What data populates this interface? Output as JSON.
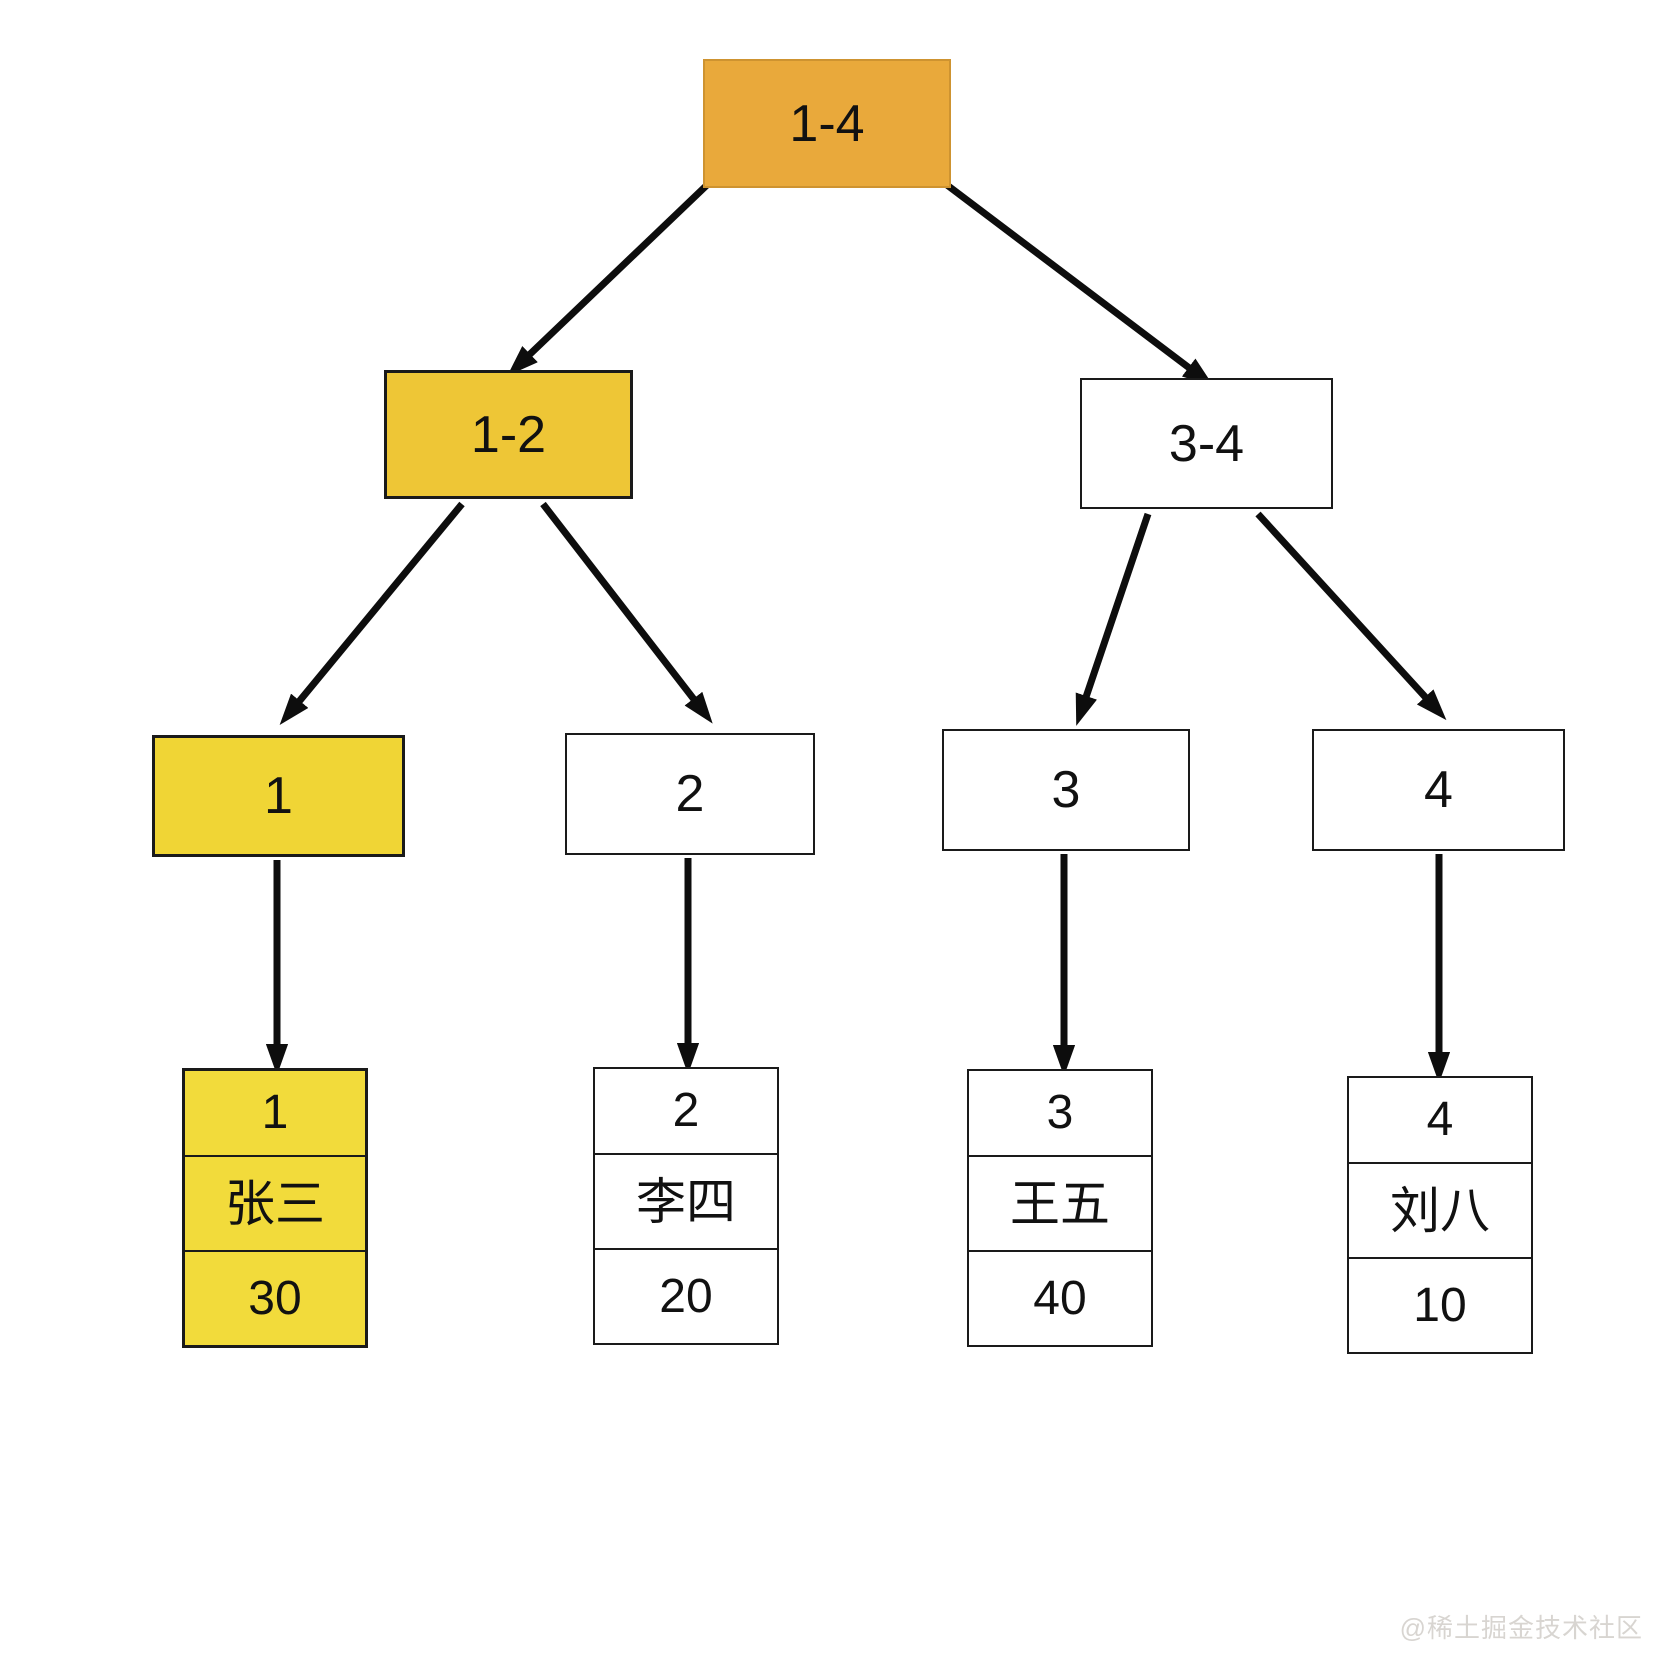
{
  "nodes": {
    "root": {
      "label": "1-4"
    },
    "n12": {
      "label": "1-2"
    },
    "n34": {
      "label": "3-4"
    },
    "n1": {
      "label": "1"
    },
    "n2": {
      "label": "2"
    },
    "n3": {
      "label": "3"
    },
    "n4": {
      "label": "4"
    }
  },
  "records": {
    "r1": {
      "id": "1",
      "name": "张三",
      "value": "30"
    },
    "r2": {
      "id": "2",
      "name": "李四",
      "value": "20"
    },
    "r3": {
      "id": "3",
      "name": "王五",
      "value": "40"
    },
    "r4": {
      "id": "4",
      "name": "刘八",
      "value": "10"
    }
  },
  "colors": {
    "root_fill": "#E9A93B",
    "root_border": "#CE9330",
    "mid_fill": "#EEC636",
    "leaf_fill": "#F0D535",
    "record_fill": "#F2DB3B",
    "box_border": "#1A1A1A",
    "arrow": "#0D0D0D",
    "watermark": "#D8D5D1"
  },
  "watermark": {
    "text": "@稀土掘金技术社区"
  }
}
